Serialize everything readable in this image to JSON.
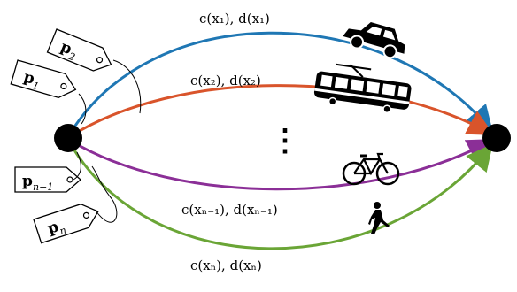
{
  "diagram": {
    "edges": [
      {
        "label": "c(x₁), d(x₁)",
        "color": "#1f77b4",
        "mode": "car-icon"
      },
      {
        "label": "c(x₂), d(x₂)",
        "color": "#d9542b",
        "mode": "tram-icon"
      },
      {
        "label": "c(xₙ₋₁), d(xₙ₋₁)",
        "color": "#8b2f97",
        "mode": "bicycle-icon"
      },
      {
        "label": "c(xₙ), d(xₙ)",
        "color": "#6aa536",
        "mode": "pedestrian-icon"
      }
    ],
    "ellipsis": "⋮",
    "tags": [
      {
        "main": "p",
        "sub": "2"
      },
      {
        "main": "p",
        "sub": "1"
      },
      {
        "main": "p",
        "sub": "n−1"
      },
      {
        "main": "p",
        "sub": "n"
      }
    ]
  }
}
